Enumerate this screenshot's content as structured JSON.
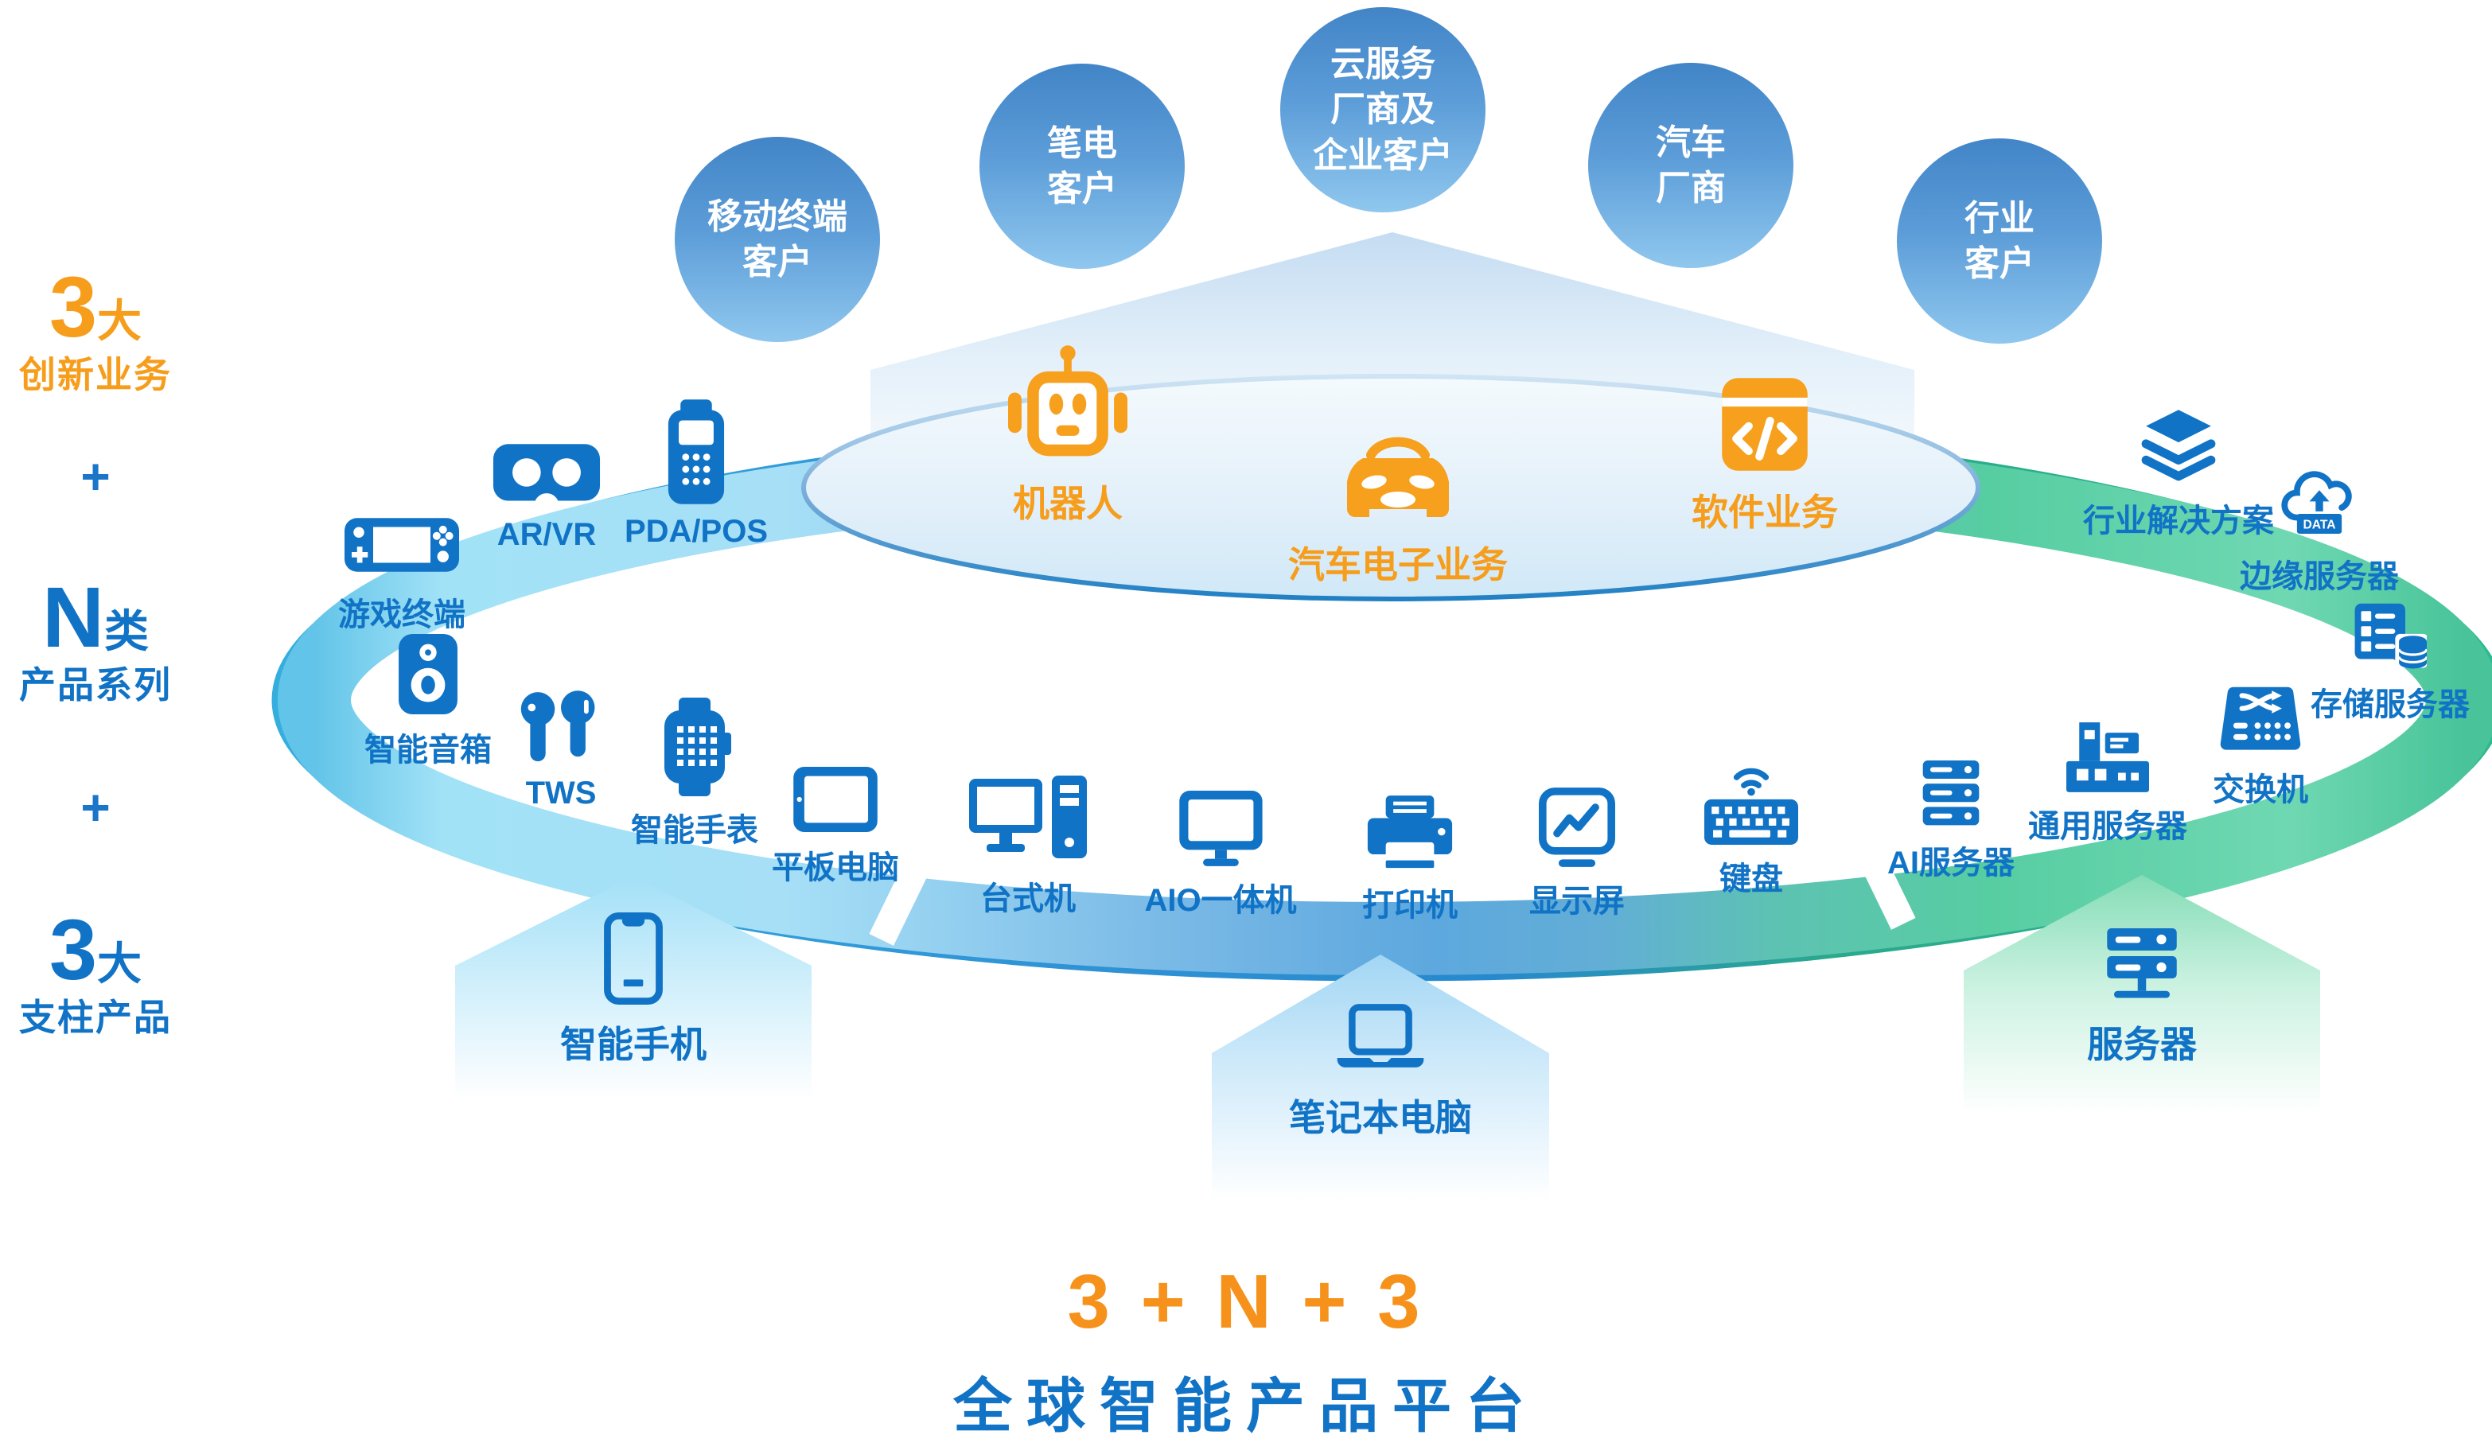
{
  "left_summary": {
    "plus": "+",
    "items": [
      {
        "big": "3",
        "unit": "大",
        "label": "创新业务"
      },
      {
        "big": "N",
        "unit": "类",
        "label": "产品系列"
      },
      {
        "big": "3",
        "unit": "大",
        "label": "支柱产品"
      }
    ]
  },
  "customers": {
    "items": [
      {
        "label": "移动终端\n客户"
      },
      {
        "label": "笔电\n客户"
      },
      {
        "label": "云服务\n厂商及\n企业客户"
      },
      {
        "label": "汽车\n厂商"
      },
      {
        "label": "行业\n客户"
      }
    ]
  },
  "businesses": {
    "items": [
      {
        "label": "机器人",
        "icon": "robot-icon"
      },
      {
        "label": "汽车电子业务",
        "icon": "car-icon"
      },
      {
        "label": "软件业务",
        "icon": "software-code-icon"
      }
    ]
  },
  "ring": {
    "badge": "DATA",
    "items": [
      {
        "label": "游戏终端",
        "icon": "game-console-icon"
      },
      {
        "label": "AR/VR",
        "icon": "ar-vr-headset-icon"
      },
      {
        "label": "PDA/POS",
        "icon": "pda-pos-icon"
      },
      {
        "label": "智能音箱",
        "icon": "smart-speaker-icon"
      },
      {
        "label": "TWS",
        "icon": "tws-earbuds-icon"
      },
      {
        "label": "智能手表",
        "icon": "smartwatch-icon"
      },
      {
        "label": "平板电脑",
        "icon": "tablet-icon"
      },
      {
        "label": "台式机",
        "icon": "desktop-pc-icon"
      },
      {
        "label": "AIO一体机",
        "icon": "aio-pc-icon"
      },
      {
        "label": "打印机",
        "icon": "printer-icon"
      },
      {
        "label": "显示屏",
        "icon": "monitor-icon"
      },
      {
        "label": "键盘",
        "icon": "keyboard-icon"
      },
      {
        "label": "AI服务器",
        "icon": "ai-server-icon"
      },
      {
        "label": "通用服务器",
        "icon": "general-server-icon"
      },
      {
        "label": "交换机",
        "icon": "network-switch-icon"
      },
      {
        "label": "存储服务器",
        "icon": "storage-server-icon"
      },
      {
        "label": "边缘服务器",
        "icon": "edge-server-cloud-icon"
      },
      {
        "label": "行业解决方案",
        "icon": "solution-layers-icon"
      }
    ]
  },
  "pillars": {
    "items": [
      {
        "label": "智能手机",
        "icon": "smartphone-icon"
      },
      {
        "label": "笔记本电脑",
        "icon": "laptop-icon"
      },
      {
        "label": "服务器",
        "icon": "server-icon"
      }
    ]
  },
  "footer": {
    "formula": "3 + N + 3",
    "platform": "全球智能产品平台"
  },
  "colors": {
    "blue": "#1173c6",
    "orange": "#f69d1b",
    "ring_cyan": "#a2e2f7",
    "ring_blue": "#5da8de",
    "ring_green": "#57cda2",
    "circle_top": "#4285c7",
    "circle_bottom": "#8fc7ee"
  }
}
